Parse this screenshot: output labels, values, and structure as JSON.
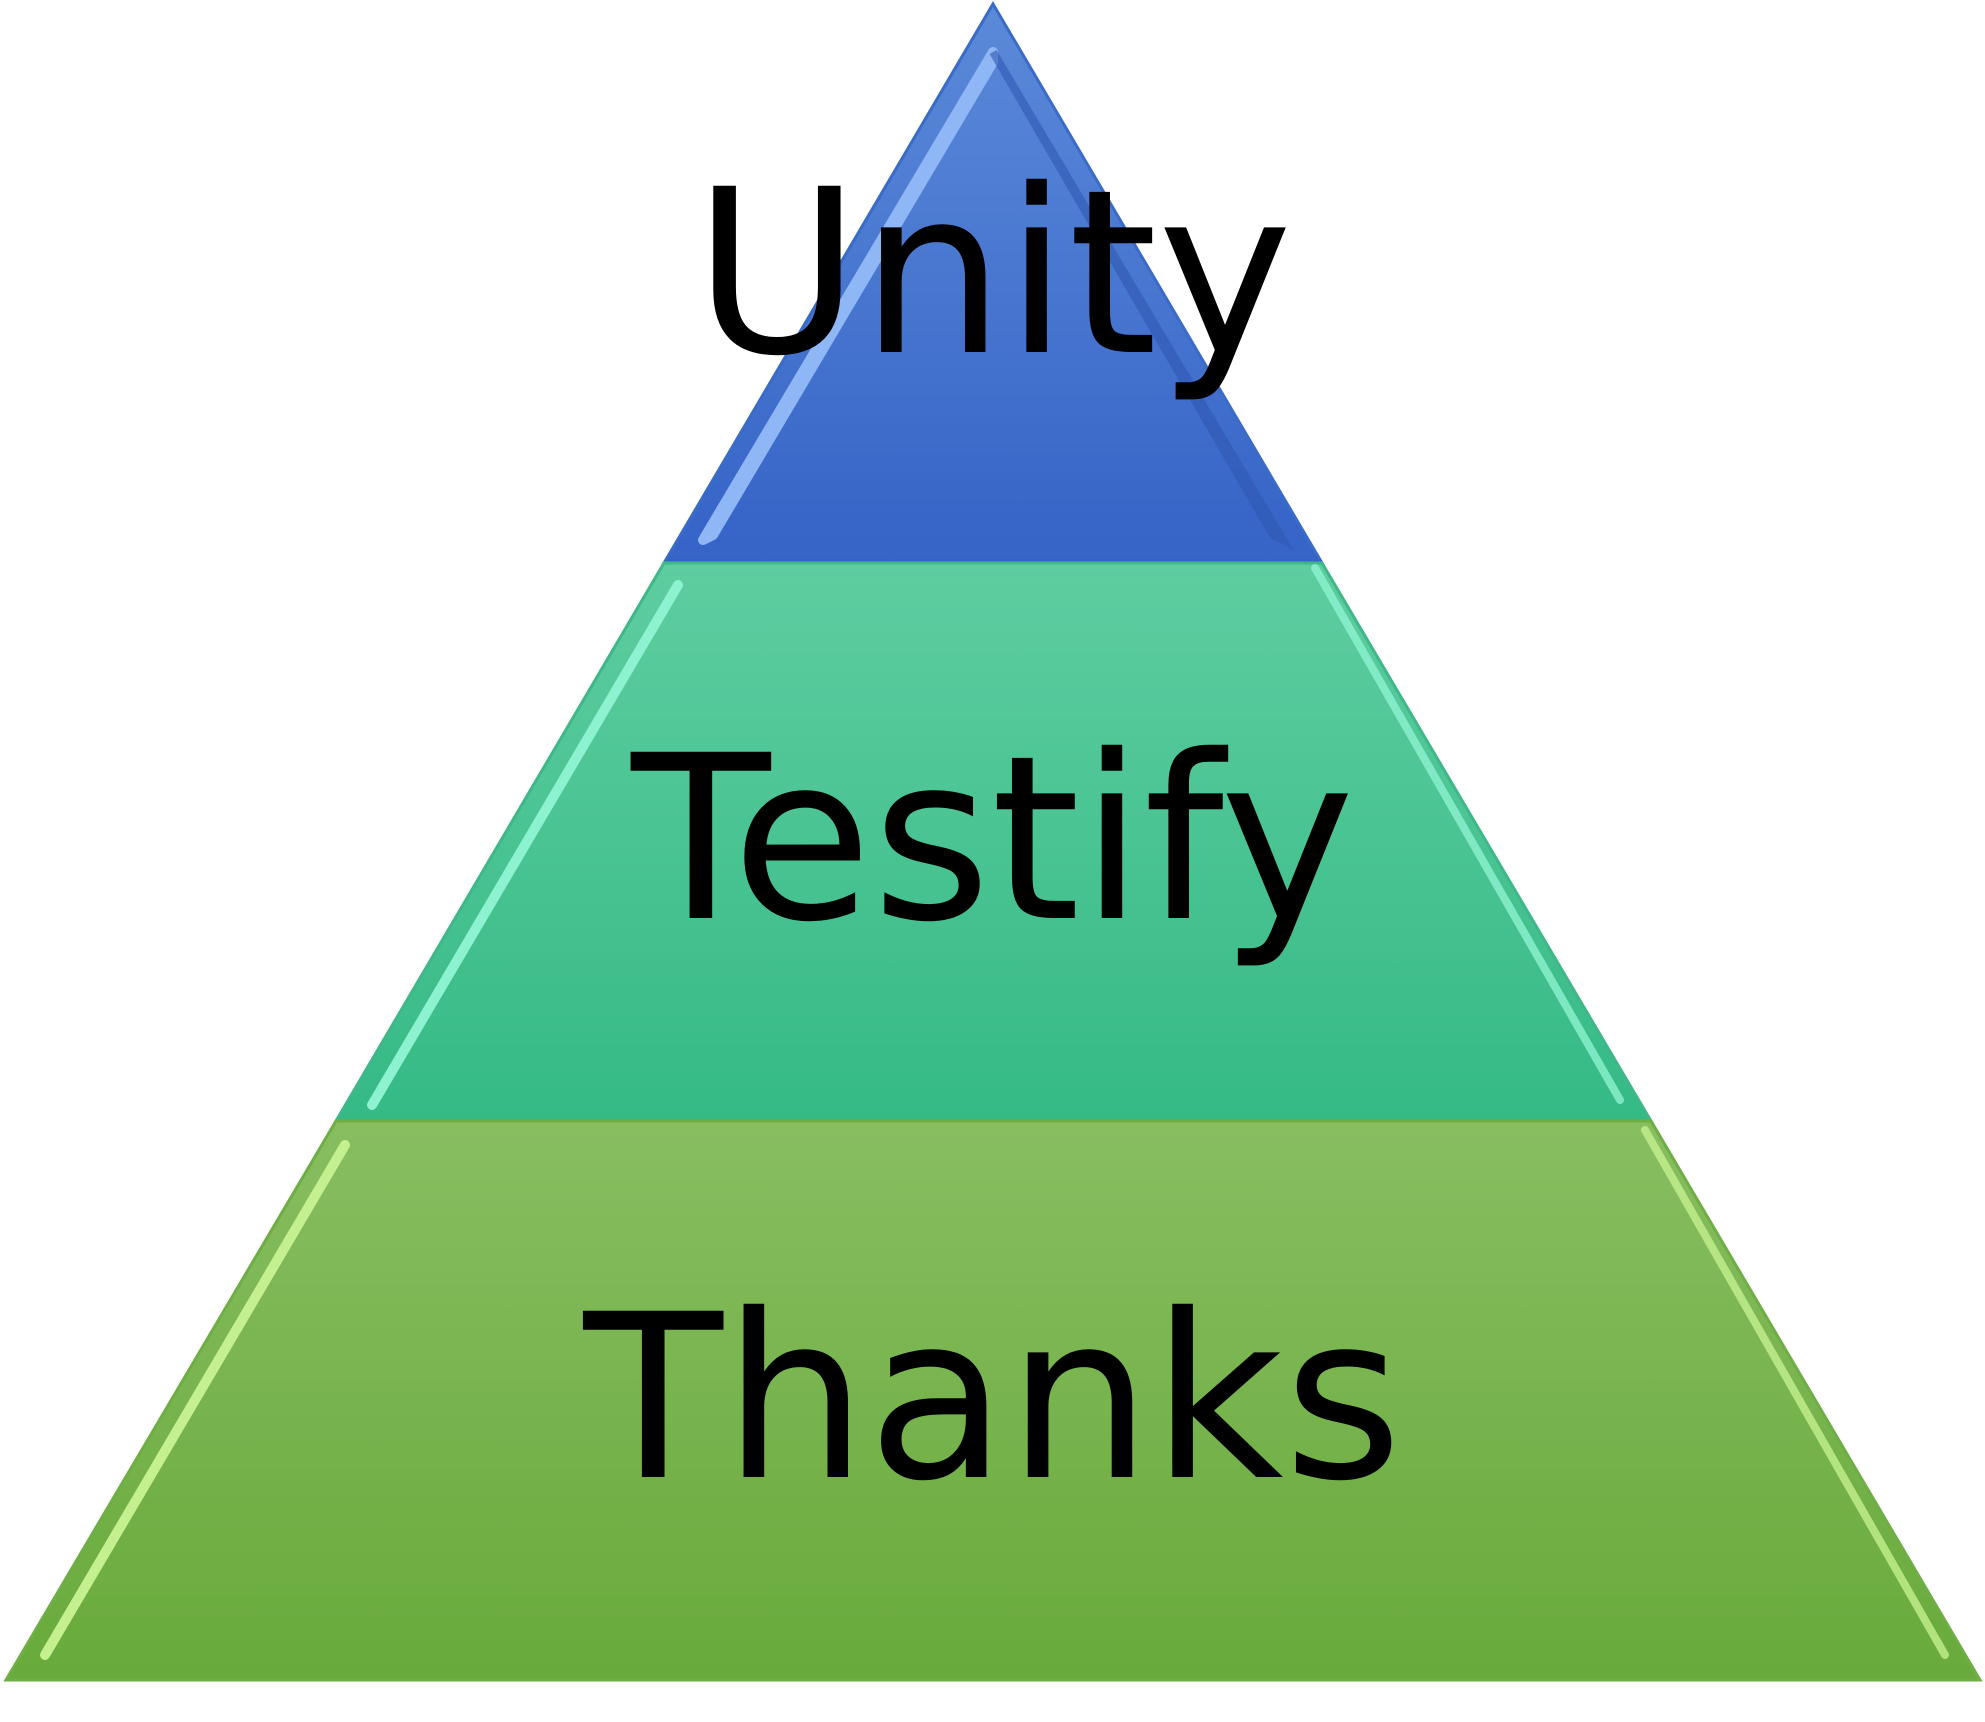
{
  "diagram": {
    "type": "pyramid",
    "tiers": [
      {
        "label": "Unity",
        "color_top": "#5B8AD9",
        "color_bottom": "#3563C7",
        "edge": "#8FB6F5"
      },
      {
        "label": "Testify",
        "color_top": "#5ECDA0",
        "color_bottom": "#35BA85",
        "edge": "#8DF2CF"
      },
      {
        "label": "Thanks",
        "color_top": "#88BE61",
        "color_bottom": "#68AA3B",
        "edge": "#C4F08F"
      }
    ]
  }
}
